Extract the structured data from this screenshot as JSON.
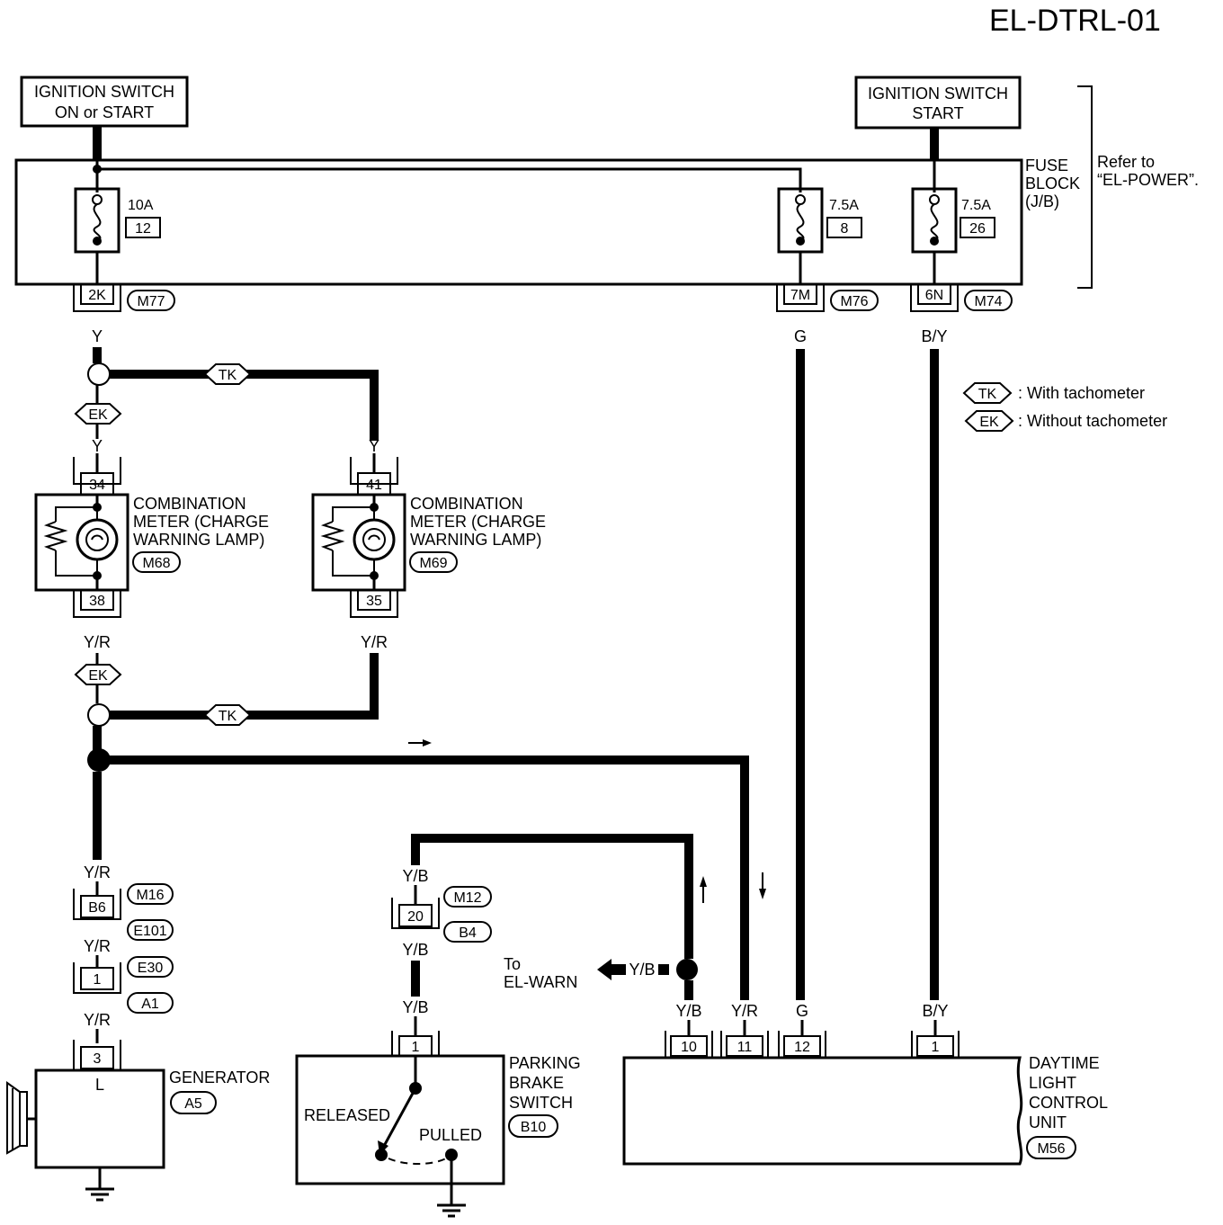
{
  "title": "EL-DTRL-01",
  "power": {
    "left_line1": "IGNITION SWITCH",
    "left_line2": "ON or START",
    "right_line1": "IGNITION SWITCH",
    "right_line2": "START"
  },
  "fuse_block": {
    "line1": "FUSE",
    "line2": "BLOCK",
    "line3": "(J/B)",
    "refer1": "Refer to",
    "refer2": "“EL-POWER”.",
    "fuses": [
      {
        "rating": "10A",
        "number": "12"
      },
      {
        "rating": "7.5A",
        "number": "8"
      },
      {
        "rating": "7.5A",
        "number": "26"
      }
    ]
  },
  "connectors": {
    "c2K": "2K",
    "m77": "M77",
    "c7M": "7M",
    "m76": "M76",
    "c6N": "6N",
    "m74": "M74",
    "c34": "34",
    "c38": "38",
    "m68": "M68",
    "c41": "41",
    "c35": "35",
    "m69": "M69",
    "cB6": "B6",
    "m16": "M16",
    "e101": "E101",
    "c1a": "1",
    "e30": "E30",
    "a1": "A1",
    "c3": "3",
    "a5": "A5",
    "c20": "20",
    "m12": "M12",
    "b4": "B4",
    "c1b": "1",
    "b10": "B10",
    "c10": "10",
    "c11": "11",
    "c12": "12",
    "c1c": "1",
    "m56": "M56"
  },
  "wires": {
    "y1": "Y",
    "y2": "Y",
    "y3": "Y",
    "yr1": "Y/R",
    "yr2": "Y/R",
    "yr3": "Y/R",
    "yr4": "Y/R",
    "yr5": "Y/R",
    "yr6": "Y/R",
    "g1": "G",
    "g2": "G",
    "by1": "B/Y",
    "by2": "B/Y",
    "yb1": "Y/B",
    "yb2": "Y/B",
    "yb3": "Y/B",
    "yb4": "Y/B",
    "yb5": "Y/B"
  },
  "options": {
    "tk": "TK",
    "ek": "EK",
    "tk_desc": ": With tachometer",
    "ek_desc": ": Without tachometer"
  },
  "components": {
    "meter1_l1": "COMBINATION",
    "meter1_l2": "METER (CHARGE",
    "meter1_l3": "WARNING LAMP)",
    "meter2_l1": "COMBINATION",
    "meter2_l2": "METER (CHARGE",
    "meter2_l3": "WARNING LAMP)",
    "generator": "GENERATOR",
    "gen_terminal": "L",
    "parking_l1": "PARKING",
    "parking_l2": "BRAKE",
    "parking_l3": "SWITCH",
    "released": "RELEASED",
    "pulled": "PULLED",
    "dtrl_l1": "DAYTIME",
    "dtrl_l2": "LIGHT",
    "dtrl_l3": "CONTROL",
    "dtrl_l4": "UNIT",
    "to_l1": "To",
    "to_l2": "EL-WARN"
  }
}
